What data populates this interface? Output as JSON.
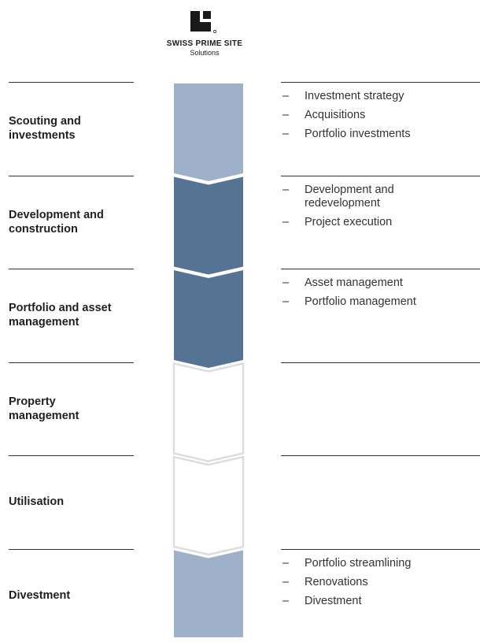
{
  "logo": {
    "name": "SWISS PRIME SITE",
    "subtitle": "Solutions",
    "icon": "sps-logo-icon"
  },
  "colors": {
    "light": "#9fb1c9",
    "dark": "#557493",
    "outline": "#dddddd",
    "text": "#222222"
  },
  "stages": [
    {
      "title": "Scouting and investments",
      "title_lines": [
        "Scouting and",
        "investments"
      ],
      "fill": "light",
      "activities": [
        "Investment strategy",
        "Acquisitions",
        "Portfolio investments"
      ]
    },
    {
      "title": "Development and construction",
      "title_lines": [
        "Development and",
        "construction"
      ],
      "fill": "dark",
      "activities": [
        "Development and redevelopment",
        "Project execution"
      ]
    },
    {
      "title": "Portfolio and asset management",
      "title_lines": [
        "Portfolio and asset",
        "management"
      ],
      "fill": "dark",
      "activities": [
        "Asset management",
        "Portfolio management"
      ]
    },
    {
      "title": "Property management",
      "title_lines": [
        "Property",
        "management"
      ],
      "fill": "outline",
      "activities": []
    },
    {
      "title": "Utilisation",
      "title_lines": [
        "Utilisation"
      ],
      "fill": "outline",
      "activities": []
    },
    {
      "title": "Divestment",
      "title_lines": [
        "Divestment"
      ],
      "fill": "light",
      "activities": [
        "Portfolio streamlining",
        "Renovations",
        "Divestment"
      ]
    }
  ]
}
